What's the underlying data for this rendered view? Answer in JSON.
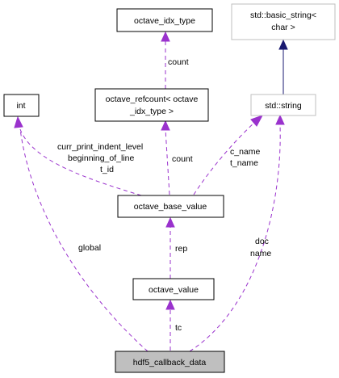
{
  "nodes": {
    "octave_idx_type": "octave_idx_type",
    "basic_string_line1": "std::basic_string<",
    "basic_string_line2": "char >",
    "int": "int",
    "refcount_line1": "octave_refcount< octave",
    "refcount_line2": "_idx_type >",
    "std_string": "std::string",
    "octave_base_value": "octave_base_value",
    "octave_value": "octave_value",
    "hdf5_callback_data": "hdf5_callback_data"
  },
  "edge_labels": {
    "count_idx": "count",
    "count_ref": "count",
    "int_base_1": "curr_print_indent_level",
    "int_base_2": "beginning_of_line",
    "int_base_3": "t_id",
    "string_base_1": "c_name",
    "string_base_2": "t_name",
    "global": "global",
    "rep": "rep",
    "doc": "doc",
    "name": "name",
    "tc": "tc"
  },
  "colors": {
    "usage_edge": "#9a32cd",
    "inheritance_edge": "#191970",
    "focus_fill": "#bfbfbf",
    "external_border": "#bfbfbf"
  }
}
